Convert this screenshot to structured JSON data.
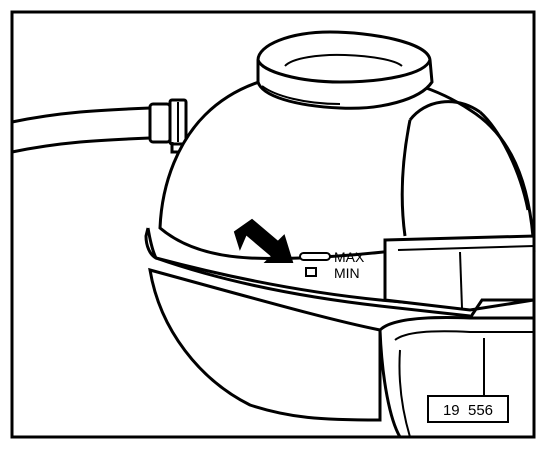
{
  "figure": {
    "labels": {
      "max": "MAX",
      "min": "MIN"
    },
    "reference_number": "19  556",
    "colors": {
      "ink": "#000000",
      "paper": "#ffffff"
    }
  }
}
